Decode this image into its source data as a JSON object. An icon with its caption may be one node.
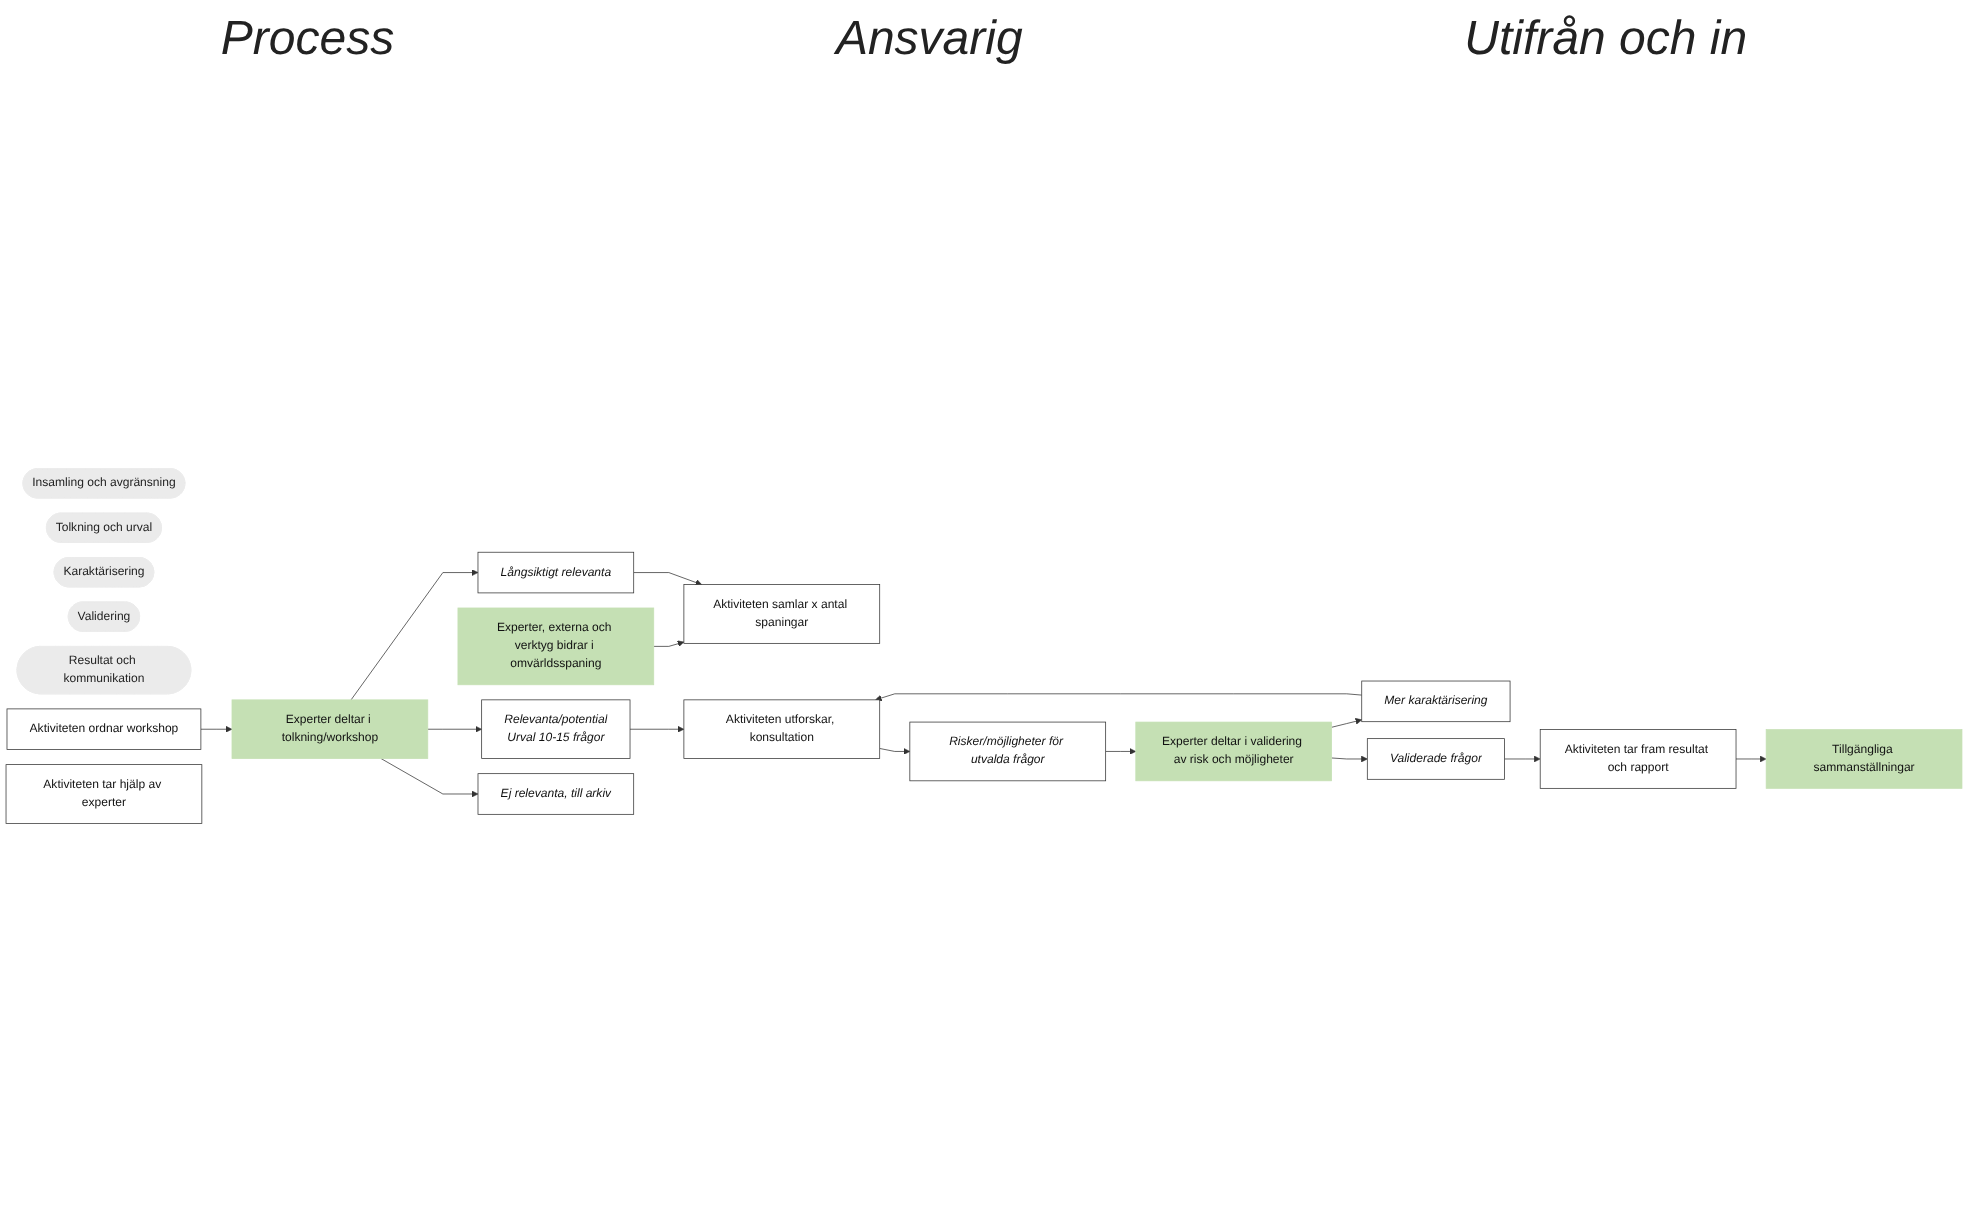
{
  "diagram": {
    "nodes": [
      {
        "text": [
          "Insamling och avgränsning"
        ]
      },
      {
        "text": [
          "Tolkning och urval"
        ]
      },
      {
        "text": [
          "Karaktärisering"
        ]
      },
      {
        "text": [
          "Validering"
        ]
      },
      {
        "text": [
          "Resultat och kommunikation"
        ]
      },
      {
        "text": [
          "Aktiviteten samlar x antal spaningar"
        ]
      },
      {
        "text": [
          "Experter, externa och verktyg bidrar i omvärldsspaning"
        ]
      },
      {
        "text": [
          "Långsiktigt relevanta"
        ]
      },
      {
        "text": [
          "Aktiviteten ordnar workshop"
        ]
      },
      {
        "text": [
          "Experter deltar i tolkning/workshop"
        ]
      },
      {
        "text": [
          "Relevanta/potential",
          "Urval 10-15 frågor"
        ]
      },
      {
        "text": [
          "Ej relevanta, till arkiv"
        ]
      },
      {
        "text": [
          "Aktiviteten utforskar, konsultation"
        ]
      },
      {
        "text": [
          "Mer karaktärisering"
        ]
      },
      {
        "text": [
          "Aktiviteten tar hjälp av experter"
        ]
      },
      {
        "text": [
          "Risker/möjligheter för utvalda frågor"
        ]
      },
      {
        "text": [
          "Experter deltar i validering av risk och möjligheter"
        ]
      },
      {
        "text": [
          "Validerade frågor"
        ]
      },
      {
        "text": [
          "Aktiviteten tar fram resultat och rapport"
        ]
      },
      {
        "text": [
          "Tillgängliga sammanställningar"
        ]
      }
    ],
    "edges": [
      {
        "from": 6,
        "to": 5,
        "arrow": "to"
      },
      {
        "from": 7,
        "to": 5,
        "arrow": "to"
      },
      {
        "from": 9,
        "to": 7,
        "arrow": "to"
      },
      {
        "from": 8,
        "to": 9,
        "arrow": "to"
      },
      {
        "from": 9,
        "to": 10,
        "arrow": "to"
      },
      {
        "from": 9,
        "to": 11,
        "arrow": "to"
      },
      {
        "from": 10,
        "to": 12,
        "arrow": "to"
      },
      {
        "from": 16,
        "to": 13,
        "arrow": "to"
      },
      {
        "from": 13,
        "to": 12,
        "arrow": "to"
      },
      {
        "from": 12,
        "to": 15,
        "arrow": "to"
      },
      {
        "from": 15,
        "to": 16,
        "arrow": "to"
      },
      {
        "from": 16,
        "to": 17,
        "arrow": "to"
      },
      {
        "from": 17,
        "to": 18,
        "arrow": "to"
      },
      {
        "from": 18,
        "to": 19,
        "arrow": "to"
      }
    ],
    "labels": [
      "Process",
      "Ansvarig",
      "Utifrån och in"
    ]
  }
}
